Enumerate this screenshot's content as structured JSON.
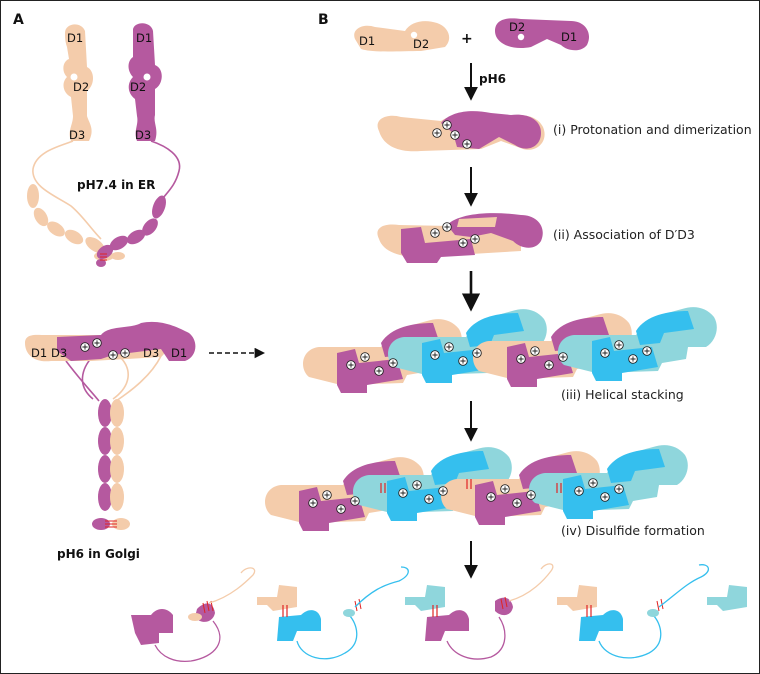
{
  "panels": {
    "a": "A",
    "b": "B"
  },
  "panel_a": {
    "d1": "D1",
    "d2": "D2",
    "d3": "D3",
    "er_label": "pH7.4 in ER",
    "golgi_label": "pH6 in Golgi"
  },
  "panel_b": {
    "plus": "+",
    "ph6": "pH6",
    "steps": [
      "(i) Protonation and dimerization",
      "(ii) Association of D′D3",
      "(iii) Helical stacking",
      "(iv) Disulfide formation"
    ]
  },
  "colors": {
    "peach": "#f4ccab",
    "purple": "#b5599f",
    "blue": "#35bfee",
    "teal": "#8fd6dc",
    "disulfide": "#e02424",
    "arrow": "#111111"
  },
  "icons": [
    "protonation-plus-icon",
    "down-arrow-icon",
    "dashed-right-arrow-icon",
    "disulfide-bond-icon"
  ]
}
